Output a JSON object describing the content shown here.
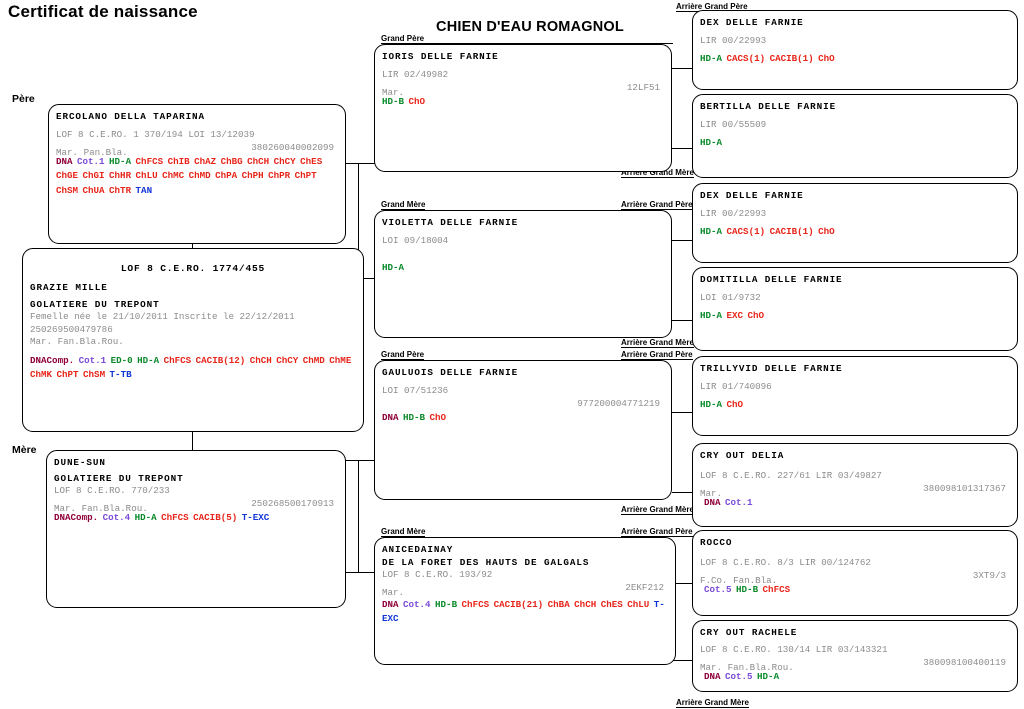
{
  "header": {
    "certificate_title": "Certificat de naissance",
    "breed_title": "CHIEN D'EAU ROMAGNOL"
  },
  "role_labels": {
    "father": "Père",
    "mother": "Mère",
    "grandfather": "Grand Père",
    "grandmother": "Grand Mère",
    "great_grandfather": "Arrière Grand Père",
    "great_grandmother": "Arrière Grand Mère"
  },
  "colors": {
    "dna": "#8e0038",
    "cot": "#7b4bd8",
    "hd": "#0a8a2a",
    "championship": "#e8251a",
    "tan": "#1134d8",
    "faint_text": "#8c8c8c",
    "border": "#000000",
    "background": "#ffffff"
  },
  "subject": {
    "registration": "LOF 8 C.E.RO. 1774/455",
    "name": "GRAZIE MILLE",
    "affix": "GOLATIERE DU TREPONT",
    "birth_line": "Femelle née le 21/10/2011   Inscrite le 22/12/2011",
    "chip": "250269500479786",
    "coat": "Mar. Fan.Bla.Rou.",
    "tokens": [
      {
        "text": "DNAComp.",
        "kind": "dna"
      },
      {
        "text": "Cot.1",
        "kind": "cot"
      },
      {
        "text": "ED-0",
        "kind": "ed"
      },
      {
        "text": "HD-A",
        "kind": "hd"
      },
      {
        "text": "ChFCS",
        "kind": "ch"
      },
      {
        "text": "CACIB(12)",
        "kind": "ch"
      },
      {
        "text": "ChCH",
        "kind": "ch"
      },
      {
        "text": "ChCY",
        "kind": "ch"
      },
      {
        "text": "ChMD",
        "kind": "ch"
      },
      {
        "text": "ChME",
        "kind": "ch"
      },
      {
        "text": "ChMK",
        "kind": "ch"
      },
      {
        "text": "ChPT",
        "kind": "ch"
      },
      {
        "text": "ChSM",
        "kind": "ch"
      },
      {
        "text": "T-TB",
        "kind": "tan"
      }
    ]
  },
  "father": {
    "name": "ERCOLANO DELLA TAPARINA",
    "registration": "LOF 8 C.E.RO. 1 370/194 LOI 13/12039",
    "coat": "Mar. Pan.Bla.",
    "chip": "380260040002099",
    "tokens": [
      {
        "text": "DNA",
        "kind": "dna"
      },
      {
        "text": "Cot.1",
        "kind": "cot"
      },
      {
        "text": "HD-A",
        "kind": "hd"
      },
      {
        "text": "ChFCS",
        "kind": "ch"
      },
      {
        "text": "ChIB",
        "kind": "ch"
      },
      {
        "text": "ChAZ",
        "kind": "ch"
      },
      {
        "text": "ChBG",
        "kind": "ch"
      },
      {
        "text": "ChCH",
        "kind": "ch"
      },
      {
        "text": "ChCY",
        "kind": "ch"
      },
      {
        "text": "ChES",
        "kind": "ch"
      },
      {
        "text": "ChGE",
        "kind": "ch"
      },
      {
        "text": "ChGI",
        "kind": "ch"
      },
      {
        "text": "ChHR",
        "kind": "ch"
      },
      {
        "text": "ChLU",
        "kind": "ch"
      },
      {
        "text": "ChMC",
        "kind": "ch"
      },
      {
        "text": "ChMD",
        "kind": "ch"
      },
      {
        "text": "ChPA",
        "kind": "ch"
      },
      {
        "text": "ChPH",
        "kind": "ch"
      },
      {
        "text": "ChPR",
        "kind": "ch"
      },
      {
        "text": "ChPT",
        "kind": "ch"
      },
      {
        "text": "ChSM",
        "kind": "ch"
      },
      {
        "text": "ChUA",
        "kind": "ch"
      },
      {
        "text": "ChTR",
        "kind": "ch"
      },
      {
        "text": "TAN",
        "kind": "tan"
      }
    ]
  },
  "mother": {
    "name": "DUNE-SUN",
    "affix": "GOLATIERE DU TREPONT",
    "registration": "LOF 8 C.E.RO. 770/233",
    "coat": "Mar. Fan.Bla.Rou.",
    "chip": "250268500170913",
    "tokens": [
      {
        "text": "DNAComp.",
        "kind": "dna"
      },
      {
        "text": "Cot.4",
        "kind": "cot"
      },
      {
        "text": "HD-A",
        "kind": "hd"
      },
      {
        "text": "ChFCS",
        "kind": "ch"
      },
      {
        "text": "CACIB(5)",
        "kind": "ch"
      },
      {
        "text": "T-EXC",
        "kind": "tan"
      }
    ]
  },
  "grandparents": [
    {
      "relation": "Grand Père",
      "name": "IORIS DELLE FARNIE",
      "registration": "LIR 02/49982",
      "coat": "Mar.",
      "chip": "12LF51",
      "tokens": [
        {
          "text": "HD-B",
          "kind": "hd"
        },
        {
          "text": "ChO",
          "kind": "ch"
        }
      ]
    },
    {
      "relation": "Grand Mère",
      "name": "VIOLETTA DELLE FARNIE",
      "registration": "LOI 09/18004",
      "coat": "",
      "chip": "",
      "tokens": [
        {
          "text": "HD-A",
          "kind": "hd"
        }
      ]
    },
    {
      "relation": "Grand Père",
      "name": "GAULUOIS DELLE FARNIE",
      "registration": "LOI 07/51236",
      "coat": "",
      "chip": "977200004771219",
      "tokens": [
        {
          "text": "DNA",
          "kind": "dna"
        },
        {
          "text": "HD-B",
          "kind": "hd"
        },
        {
          "text": "ChO",
          "kind": "ch"
        }
      ]
    },
    {
      "relation": "Grand Mère",
      "name": "ANICEDAINAY",
      "affix": "DE LA FORET DES HAUTS DE GALGALS",
      "registration": "LOF 8 C.E.RO. 193/92",
      "coat": "Mar.",
      "chip": "2EKF212",
      "tokens": [
        {
          "text": "DNA",
          "kind": "dna"
        },
        {
          "text": "Cot.4",
          "kind": "cot"
        },
        {
          "text": "HD-B",
          "kind": "hd"
        },
        {
          "text": "ChFCS",
          "kind": "ch"
        },
        {
          "text": "CACIB(21)",
          "kind": "ch"
        },
        {
          "text": "ChBA",
          "kind": "ch"
        },
        {
          "text": "ChCH",
          "kind": "ch"
        },
        {
          "text": "ChES",
          "kind": "ch"
        },
        {
          "text": "ChLU",
          "kind": "ch"
        },
        {
          "text": "T-EXC",
          "kind": "tan"
        }
      ]
    }
  ],
  "great_grandparents": [
    {
      "relation": "Arrière Grand Père",
      "name": "DEX DELLE FARNIE",
      "registration": "LIR 00/22993",
      "tokens": [
        {
          "text": "HD-A",
          "kind": "hd"
        },
        {
          "text": "CACS(1)",
          "kind": "ch"
        },
        {
          "text": "CACIB(1)",
          "kind": "ch"
        },
        {
          "text": "ChO",
          "kind": "ch"
        }
      ]
    },
    {
      "relation": "Arrière Grand Mère",
      "name": "BERTILLA DELLE FARNIE",
      "registration": "LIR 00/55509",
      "tokens": [
        {
          "text": "HD-A",
          "kind": "hd"
        }
      ]
    },
    {
      "relation": "Arrière Grand Père",
      "name": "DEX DELLE FARNIE",
      "registration": "LIR 00/22993",
      "tokens": [
        {
          "text": "HD-A",
          "kind": "hd"
        },
        {
          "text": "CACS(1)",
          "kind": "ch"
        },
        {
          "text": "CACIB(1)",
          "kind": "ch"
        },
        {
          "text": "ChO",
          "kind": "ch"
        }
      ]
    },
    {
      "relation": "Arrière Grand Mère",
      "name": "DOMITILLA DELLE FARNIE",
      "registration": "LOI 01/9732",
      "tokens": [
        {
          "text": "HD-A",
          "kind": "hd"
        },
        {
          "text": "EXC",
          "kind": "ch"
        },
        {
          "text": "ChO",
          "kind": "ch"
        }
      ]
    },
    {
      "relation": "Arrière Grand Père",
      "name": "TRILLYVID DELLE FARNIE",
      "registration": "LIR 01/740096",
      "tokens": [
        {
          "text": "HD-A",
          "kind": "hd"
        },
        {
          "text": "ChO",
          "kind": "ch"
        }
      ]
    },
    {
      "relation": "Arrière Grand Mère",
      "name": "CRY OUT DELIA",
      "registration": "LOF 8 C.E.RO. 227/61 LIR 03/49827",
      "coat": "Mar.",
      "chip": "380098101317367",
      "tokens": [
        {
          "text": "DNA",
          "kind": "dna"
        },
        {
          "text": "Cot.1",
          "kind": "cot"
        }
      ]
    },
    {
      "relation": "Arrière Grand Père",
      "name": "ROCCO",
      "registration": "LOF 8 C.E.RO. 8/3 LIR 00/124762",
      "coat": "F.Co. Fan.Bla.",
      "chip": "3XT9/3",
      "tokens": [
        {
          "text": "Cot.5",
          "kind": "cot"
        },
        {
          "text": "HD-B",
          "kind": "hd"
        },
        {
          "text": "ChFCS",
          "kind": "ch"
        }
      ]
    },
    {
      "relation": "Arrière Grand Mère",
      "name": "CRY OUT RACHELE",
      "registration": "LOF 8 C.E.RO. 130/14 LIR 03/143321",
      "coat": "Mar. Fan.Bla.Rou.",
      "chip": "380098100400119",
      "tokens": [
        {
          "text": "DNA",
          "kind": "dna"
        },
        {
          "text": "Cot.5",
          "kind": "cot"
        },
        {
          "text": "HD-A",
          "kind": "hd"
        }
      ]
    }
  ]
}
